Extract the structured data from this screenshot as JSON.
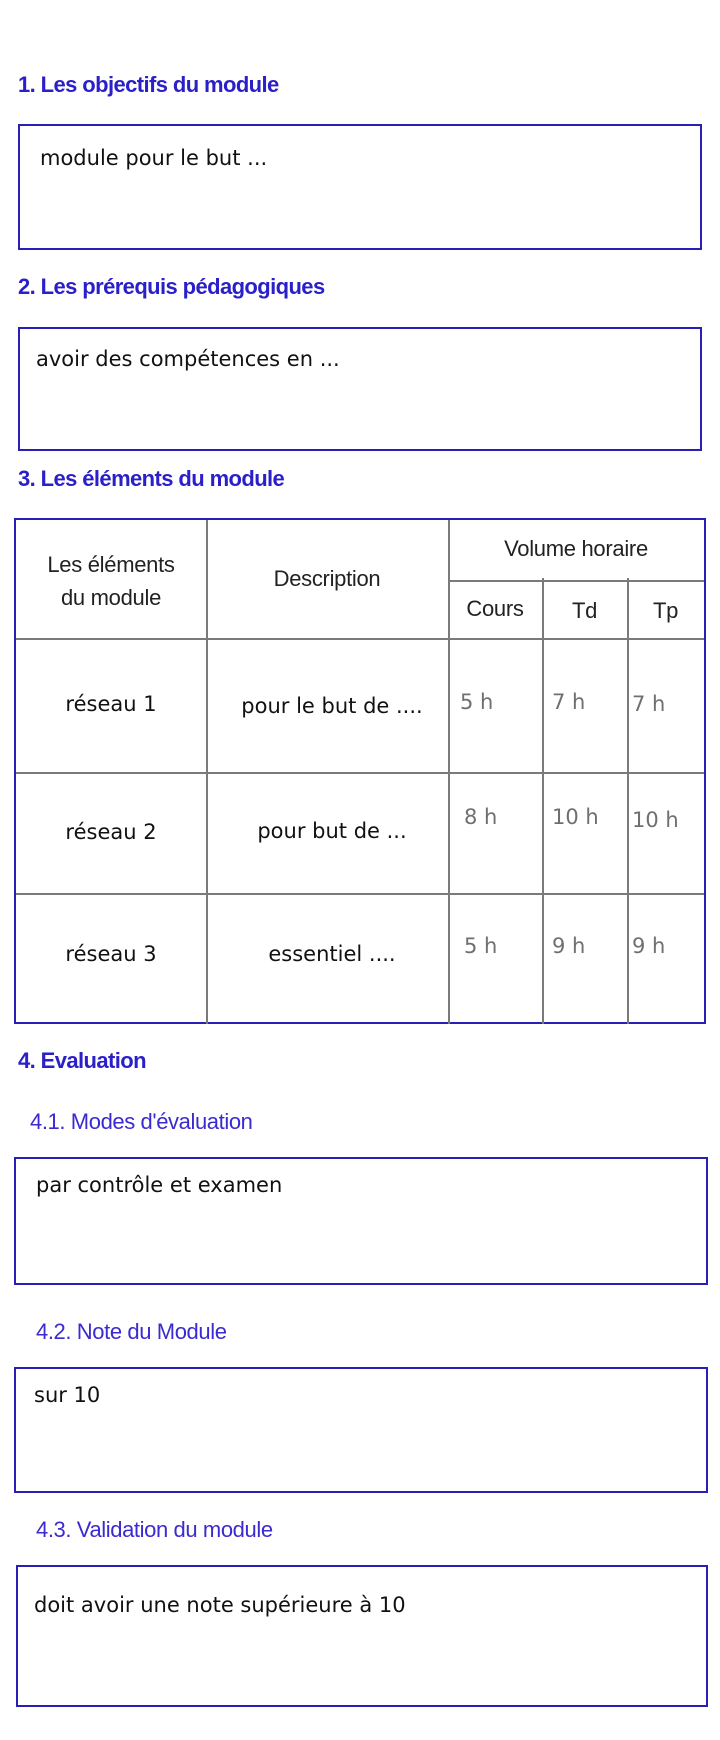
{
  "sections": {
    "objectives": {
      "title": "1. Les objectifs du module",
      "value": "module pour le but ..."
    },
    "prerequisites": {
      "title": "2. Les prérequis pédagogiques",
      "value": "avoir des compétences en ..."
    },
    "elements": {
      "title": "3. Les éléments du module",
      "table": {
        "headers": {
          "elements_line1": "Les éléments",
          "elements_line2": "du module",
          "description": "Description",
          "volume": "Volume horaire",
          "cours": "Cours",
          "td": "Td",
          "tp": "Tp"
        },
        "rows": [
          {
            "element": "réseau 1",
            "description": "pour le but de ....",
            "cours": "5 h",
            "td": "7 h",
            "tp": "7 h"
          },
          {
            "element": "réseau 2",
            "description": "pour but de ...",
            "cours": "8 h",
            "td": "10 h",
            "tp": "10 h"
          },
          {
            "element": "réseau 3",
            "description": "essentiel ....",
            "cours": "5 h",
            "td": "9 h",
            "tp": "9 h"
          }
        ]
      }
    },
    "evaluation": {
      "title": "4.  Evaluation",
      "modes": {
        "title": "4.1. Modes d'évaluation",
        "value": "par contrôle et examen"
      },
      "note": {
        "title": "4.2. Note du Module",
        "value": "sur 10"
      },
      "validation": {
        "title": "4.3. Validation du module",
        "value": "doit avoir une note supérieure à 10"
      }
    }
  },
  "colors": {
    "accent": "#2a1fc8",
    "border": "#2a1fb5",
    "grid": "#7a7a7a"
  }
}
